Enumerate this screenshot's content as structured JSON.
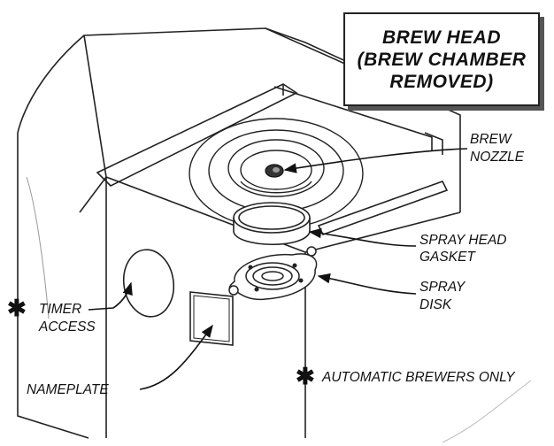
{
  "title": {
    "lines": [
      "BREW HEAD",
      "(BREW CHAMBER",
      "REMOVED)"
    ]
  },
  "labels": {
    "brew_nozzle": [
      "BREW",
      "NOZZLE"
    ],
    "spray_head_gasket": [
      "SPRAY HEAD",
      "GASKET"
    ],
    "spray_disk": [
      "SPRAY",
      "DISK"
    ],
    "timer_access": [
      "TIMER",
      "ACCESS"
    ],
    "nameplate": "NAMEPLATE"
  },
  "footnote": {
    "marker": "✱",
    "text": "AUTOMATIC BREWERS ONLY"
  },
  "icons": [
    "asterisk-icon"
  ]
}
